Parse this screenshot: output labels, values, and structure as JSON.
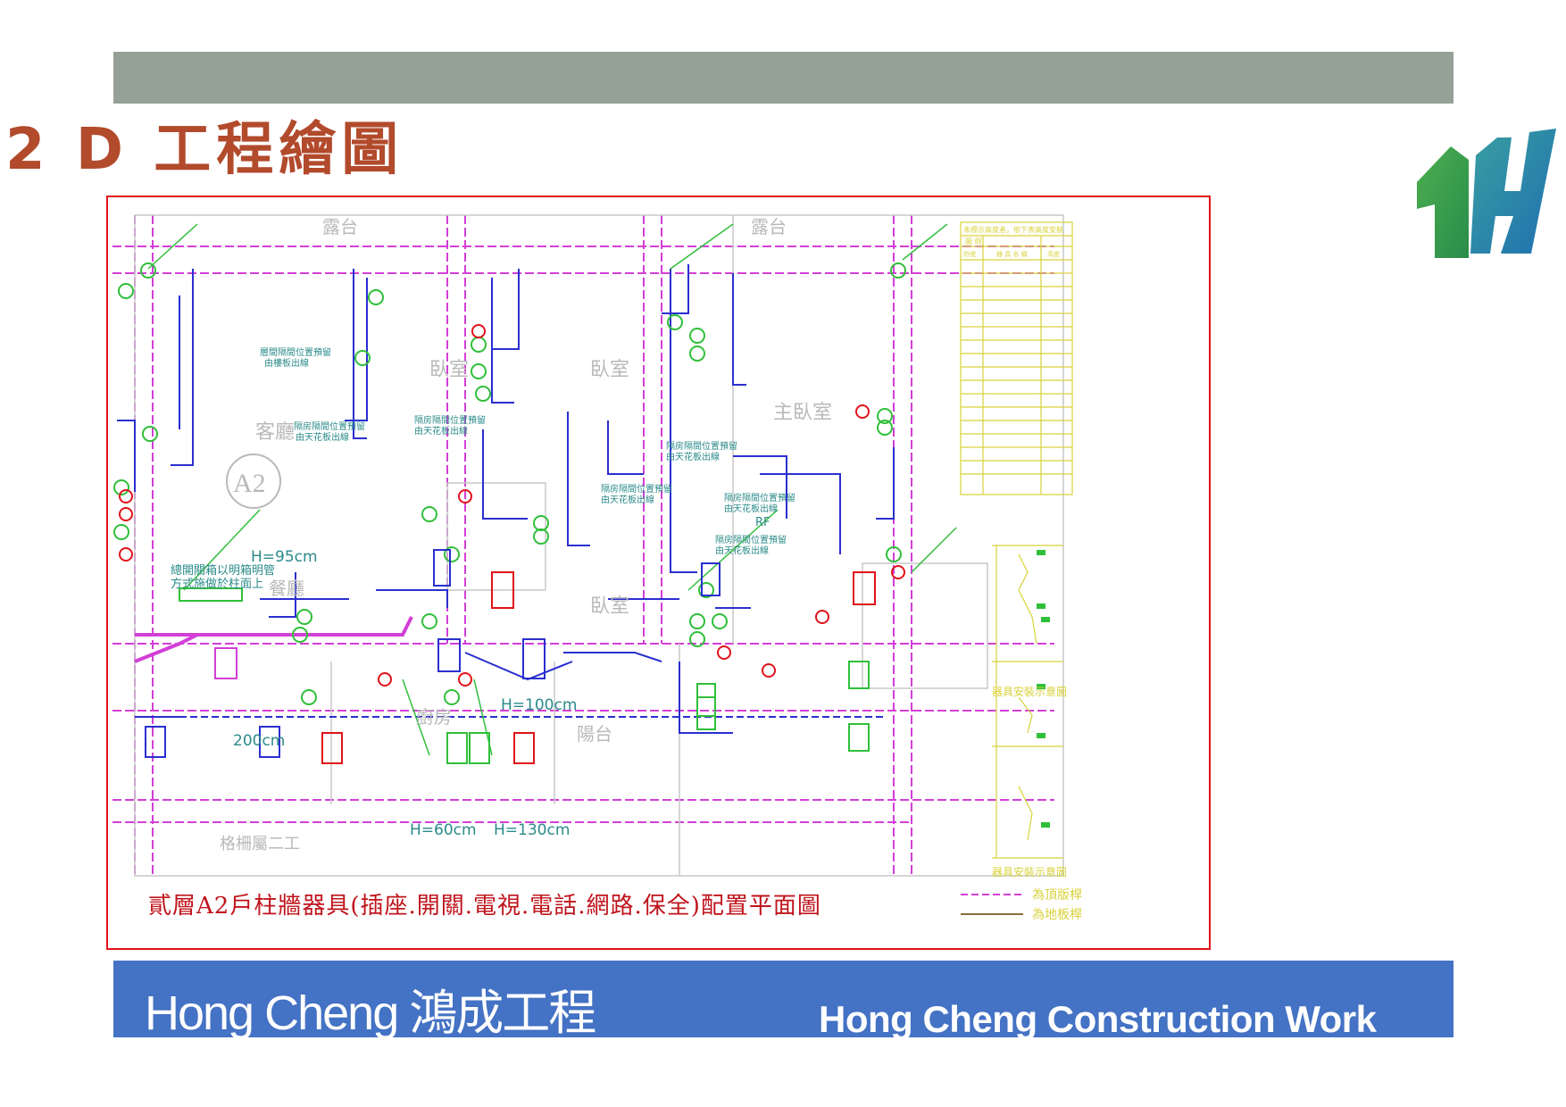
{
  "slide": {
    "title": "2 D 工程繪圖",
    "footer_left": "Hong Cheng 鴻成工程",
    "footer_right": "Hong Cheng Construction Work"
  },
  "plan": {
    "caption": "貳層A2戶柱牆器具(插座.開關.電視.電話.網路.保全)配置平面圖",
    "unit_label": "A2",
    "rooms": {
      "balcony_left": "露台",
      "balcony_right": "露台",
      "living": "客廳",
      "bedroom_1": "臥室",
      "bedroom_2": "臥室",
      "master": "主臥室",
      "bedroom_3": "臥室",
      "kitchen": "廚房",
      "yard": "陽台",
      "dining": "餐廳",
      "grille": "格柵屬二工"
    },
    "heights": {
      "h95": "H=95cm",
      "h200": "200cm",
      "h60": "H=60cm",
      "h130": "H=130cm",
      "h100": "H=100cm"
    },
    "notes": {
      "note1": "層間隔間位置預留",
      "note1b": "由樓板出線",
      "note2": "隔房隔間位置預留",
      "note2b": "由天花板出線",
      "note3": "總開關箱以明箱明管",
      "note3b": "方式施做於柱面上",
      "rf": "RF"
    },
    "legend": {
      "header": "未標示高度者，依下表高度安裝",
      "title": "圖 例",
      "col_symbol": "符號",
      "col_name": "器 具 名 稱",
      "col_height": "高度",
      "detail1": "器具安裝示意圖",
      "detail2": "器具安裝示意圖",
      "line_top": "為頂版桿",
      "line_floor": "為地板桿"
    }
  },
  "colors": {
    "title": "#b24a2c",
    "top_bar": "#95a197",
    "footer": "#4472c4",
    "frame": "#e0121a",
    "wall_pink": "#d23fd6",
    "wire_blue": "#2a2fcf",
    "symbol_green": "#2fbf3a",
    "text_yellow": "#d9d23a",
    "text_gray": "#b9b9b9",
    "text_teal": "#2b8a8a",
    "caption_red": "#c0141c"
  }
}
